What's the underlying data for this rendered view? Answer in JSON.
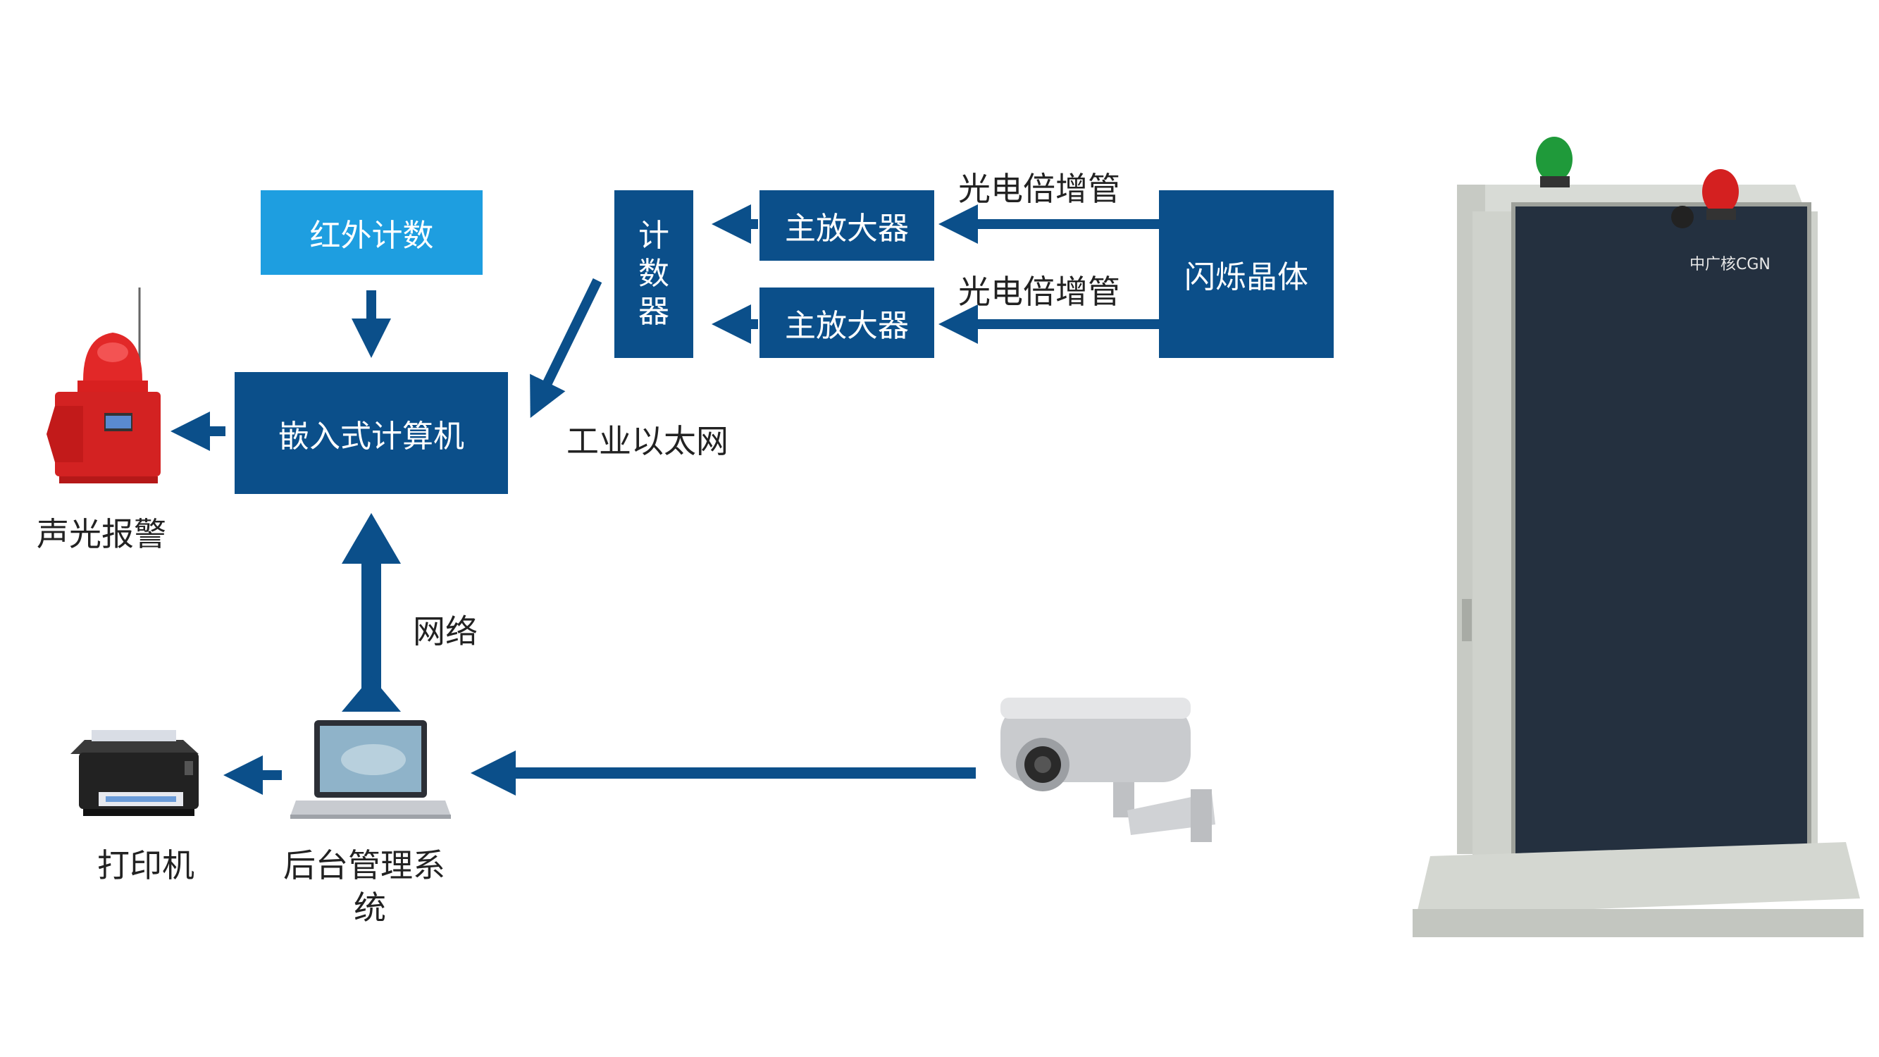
{
  "boxes": {
    "infrared": "红外计数",
    "embedded": "嵌入式计算机",
    "counter": "计数器",
    "amp_top": "主放大器",
    "amp_bottom": "主放大器",
    "scintillator": "闪烁晶体"
  },
  "labels": {
    "pmt_top": "光电倍增管",
    "pmt_bottom": "光电倍增管",
    "ethernet": "工业以太网",
    "alarm": "声光报警",
    "network": "网络",
    "printer": "打印机",
    "backend_line1": "后台管理系",
    "backend_line2": "统",
    "cabinet_logo": "中广核CGN"
  },
  "colors": {
    "primary_blue": "#0b4f8a",
    "light_blue": "#1e9ee0"
  }
}
